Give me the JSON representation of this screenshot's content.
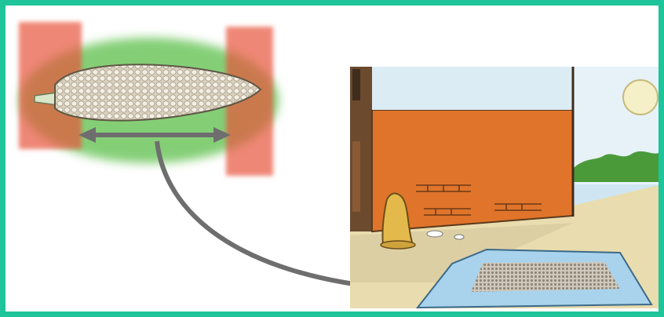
{
  "colors": {
    "frame_border": "#1ec49a",
    "background": "#ffffff",
    "highlight_green": "#5cbf4a",
    "highlight_red": "#e8543e",
    "corn_kernel": "#f1ece0",
    "arrow_gray": "#6e6e6e",
    "wall_orange": "#e0742a",
    "sky_blue": "#cfe6f2",
    "ground_sand": "#e9dcae",
    "tarp_blue": "#a9d3ec",
    "tree_green": "#4a9a3a",
    "sun_yellow": "#f6f0c8"
  },
  "illustration": {
    "left_panel": "corn-cob-with-highlighted-kernel-region",
    "right_panel": "kernels-drying-on-tarp-beside-house-wall",
    "connector": "curved-gray-arrow"
  }
}
